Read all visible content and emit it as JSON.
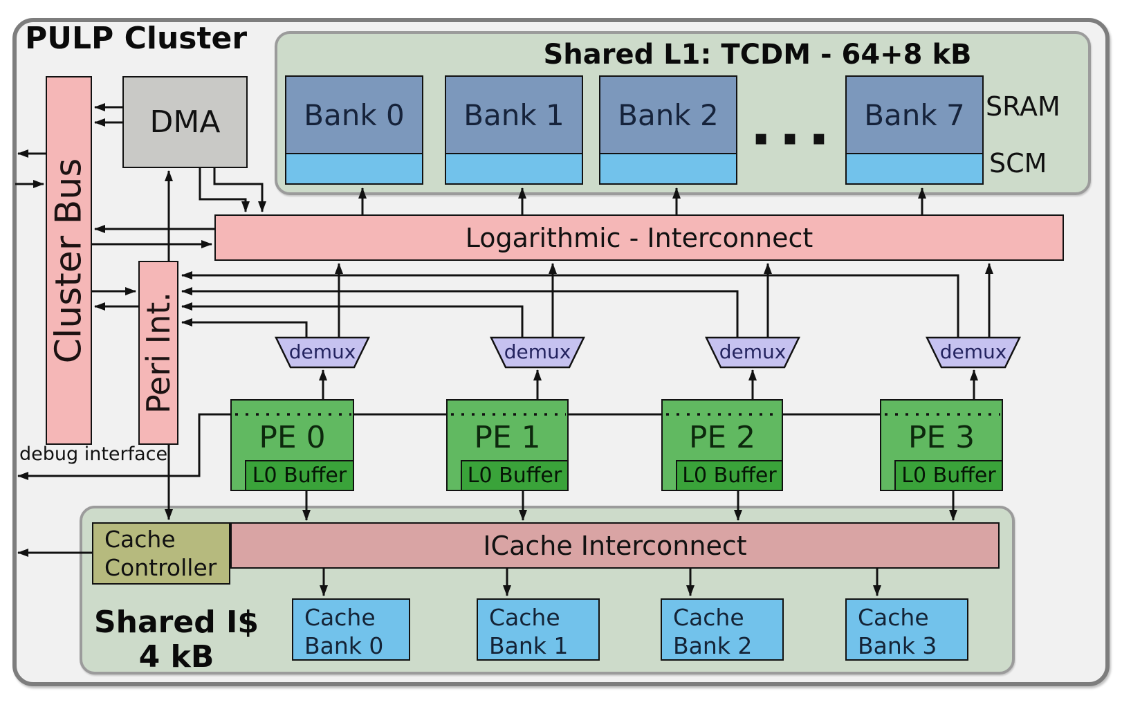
{
  "cluster": {
    "title": "PULP Cluster",
    "debug_label": "debug interface"
  },
  "cluster_bus": {
    "label": "Cluster Bus"
  },
  "dma": {
    "label": "DMA"
  },
  "peri_int": {
    "label": "Peri Int."
  },
  "log_interconnect": {
    "label": "Logarithmic - Interconnect"
  },
  "tcdm": {
    "title": "Shared L1: TCDM - 64+8 kB",
    "sram_label": "SRAM",
    "scm_label": "SCM",
    "dots": "▪ ▪ ▪",
    "banks": [
      {
        "label": "Bank 0"
      },
      {
        "label": "Bank 1"
      },
      {
        "label": "Bank 2"
      },
      {
        "label": "Bank 7"
      }
    ]
  },
  "demuxes": [
    {
      "label": "demux"
    },
    {
      "label": "demux"
    },
    {
      "label": "demux"
    },
    {
      "label": "demux"
    }
  ],
  "pes": [
    {
      "label": "PE 0",
      "buffer_label": "L0 Buffer"
    },
    {
      "label": "PE 1",
      "buffer_label": "L0 Buffer"
    },
    {
      "label": "PE 2",
      "buffer_label": "L0 Buffer"
    },
    {
      "label": "PE 3",
      "buffer_label": "L0 Buffer"
    }
  ],
  "shared_icache": {
    "title_line1": "Shared I$",
    "title_line2": "4 kB",
    "controller_line1": "Cache",
    "controller_line2": "Controller",
    "interconnect_label": "ICache Interconnect",
    "banks": [
      {
        "line1": "Cache",
        "line2": "Bank 0"
      },
      {
        "line1": "Cache",
        "line2": "Bank 1"
      },
      {
        "line1": "Cache",
        "line2": "Bank 2"
      },
      {
        "line1": "Cache",
        "line2": "Bank 3"
      }
    ]
  },
  "colors": {
    "pink": "#f5b7b7",
    "rose": "#d9a4a4",
    "container_green": "#cddbca",
    "pe_green": "#61b961",
    "l0_green": "#3aa33a",
    "demux_lavender": "#c6c2f0",
    "sram_blue": "#7c98bc",
    "scm_blue": "#72c2eb",
    "olive": "#b6ba7e",
    "dma_gray": "#c9c9c6",
    "cluster_fill": "#f1f1f1",
    "line": "#111111"
  }
}
